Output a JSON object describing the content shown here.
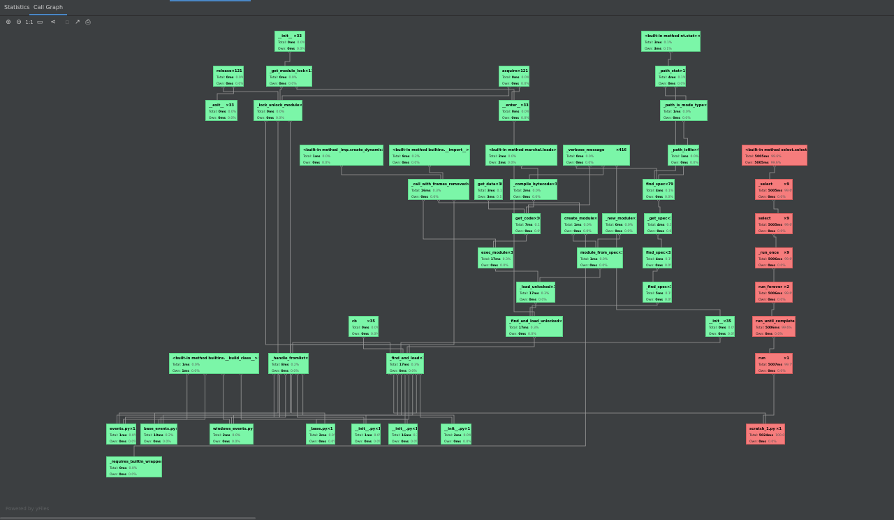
{
  "tabs": [
    {
      "label": "Statistics",
      "active": false
    },
    {
      "label": "Call Graph",
      "active": true
    }
  ],
  "toolbar": {
    "zoom_reset_label": "1:1",
    "icons": [
      "zoom-in-icon",
      "zoom-out-icon",
      "actual-size-icon",
      "fit-content-icon",
      "layout-icon",
      "export-disabled-icon",
      "export-icon",
      "print-icon"
    ]
  },
  "footer": {
    "powered_by": "Powered by yFiles"
  },
  "colors": {
    "background": "#3c3f41",
    "node_green": "#7bf6a8",
    "node_red": "#f67c7c",
    "edge": "#9a9a9a",
    "tab_accent": "#4a88c7"
  },
  "graph": {
    "nodes": [
      {
        "id": "init1",
        "name": "__init__",
        "calls": "×33",
        "total": "0ms",
        "total_pct": "0.0%",
        "own": "0ms",
        "own_pct": "0.0%",
        "color": "g"
      },
      {
        "id": "ntstat",
        "name": "<built-in method nt.stat>",
        "calls": "×152",
        "total": "3ms",
        "total_pct": "0.1%",
        "own": "3ms",
        "own_pct": "0.1%",
        "color": "g"
      },
      {
        "id": "release",
        "name": "release",
        "calls": "×121",
        "total": "0ms",
        "total_pct": "0.0%",
        "own": "0ms",
        "own_pct": "0.0%",
        "color": "g"
      },
      {
        "id": "getmodlock",
        "name": "_get_module_lock",
        "calls": "×121",
        "total": "0ms",
        "total_pct": "0.0%",
        "own": "0ms",
        "own_pct": "0.0%",
        "color": "g"
      },
      {
        "id": "acquire",
        "name": "acquire",
        "calls": "×121",
        "total": "0ms",
        "total_pct": "0.0%",
        "own": "0ms",
        "own_pct": "0.0%",
        "color": "g"
      },
      {
        "id": "pathstat",
        "name": "_path_stat",
        "calls": "×152",
        "total": "4ms",
        "total_pct": "0.1%",
        "own": "0ms",
        "own_pct": "0.0%",
        "color": "g"
      },
      {
        "id": "exit",
        "name": "__exit__",
        "calls": "×33",
        "total": "0ms",
        "total_pct": "0.0%",
        "own": "0ms",
        "own_pct": "0.0%",
        "color": "g"
      },
      {
        "id": "lockunlock",
        "name": "_lock_unlock_module",
        "calls": "×36",
        "total": "0ms",
        "total_pct": "0.0%",
        "own": "0ms",
        "own_pct": "0.0%",
        "color": "g"
      },
      {
        "id": "enter",
        "name": "__enter__",
        "calls": "×33",
        "total": "0ms",
        "total_pct": "0.0%",
        "own": "0ms",
        "own_pct": "0.0%",
        "color": "g"
      },
      {
        "id": "pathismode",
        "name": "_path_is_mode_type",
        "calls": "×43",
        "total": "1ms",
        "total_pct": "0.0%",
        "own": "0ms",
        "own_pct": "0.0%",
        "color": "g"
      },
      {
        "id": "impcreate",
        "name": "<built-in method _imp.create_dynamic>",
        "calls": "×2",
        "total": "1ms",
        "total_pct": "0.0%",
        "own": "0ms",
        "own_pct": "0.0%",
        "color": "g"
      },
      {
        "id": "builtinimport",
        "name": "<built-in method builtins.__import__>",
        "calls": "×16",
        "total": "9ms",
        "total_pct": "0.2%",
        "own": "0ms",
        "own_pct": "0.0%",
        "color": "g"
      },
      {
        "id": "marshal",
        "name": "<built-in method marshal.loads>",
        "calls": "×30",
        "total": "2ms",
        "total_pct": "0.0%",
        "own": "2ms",
        "own_pct": "0.0%",
        "color": "g"
      },
      {
        "id": "verbose",
        "name": "_verbose_message",
        "calls": "×416",
        "total": "0ms",
        "total_pct": "0.0%",
        "own": "0ms",
        "own_pct": "0.0%",
        "color": "g"
      },
      {
        "id": "pathisfile",
        "name": "_path_isfile",
        "calls": "×40",
        "total": "1ms",
        "total_pct": "0.0%",
        "own": "0ms",
        "own_pct": "0.0%",
        "color": "g"
      },
      {
        "id": "selectsel",
        "name": "<built-in method select.select>",
        "calls": "×9",
        "total": "5005ms",
        "total_pct": "99.6%",
        "own": "5005ms",
        "own_pct": "99.6%",
        "color": "r"
      },
      {
        "id": "callwith",
        "name": "_call_with_frames_removed",
        "calls": "×34",
        "total": "16ms",
        "total_pct": "0.3%",
        "own": "0ms",
        "own_pct": "0.0%",
        "color": "g"
      },
      {
        "id": "getdata",
        "name": "get_data",
        "calls": "×30",
        "total": "3ms",
        "total_pct": "0.1%",
        "own": "3ms",
        "own_pct": "0.1%",
        "color": "g"
      },
      {
        "id": "compilebc",
        "name": "_compile_bytecode",
        "calls": "×30",
        "total": "2ms",
        "total_pct": "0.0%",
        "own": "0ms",
        "own_pct": "0.0%",
        "color": "g"
      },
      {
        "id": "findspec1",
        "name": "find_spec",
        "calls": "×79",
        "total": "4ms",
        "total_pct": "0.1%",
        "own": "0ms",
        "own_pct": "0.0%",
        "color": "g"
      },
      {
        "id": "select_",
        "name": "_select",
        "calls": "×9",
        "total": "5005ms",
        "total_pct": "99.6%",
        "own": "0ms",
        "own_pct": "0.0%",
        "color": "r"
      },
      {
        "id": "getcode",
        "name": "get_code",
        "calls": "×30",
        "total": "7ms",
        "total_pct": "0.1%",
        "own": "0ms",
        "own_pct": "0.0%",
        "color": "g"
      },
      {
        "id": "createmod",
        "name": "create_module",
        "calls": "×2",
        "total": "1ms",
        "total_pct": "0.0%",
        "own": "0ms",
        "own_pct": "0.0%",
        "color": "g"
      },
      {
        "id": "newmod",
        "name": "_new_module",
        "calls": "×30",
        "total": "0ms",
        "total_pct": "0.0%",
        "own": "0ms",
        "own_pct": "0.0%",
        "color": "g"
      },
      {
        "id": "getspec",
        "name": "_get_spec",
        "calls": "×32",
        "total": "4ms",
        "total_pct": "0.1%",
        "own": "0ms",
        "own_pct": "0.0%",
        "color": "g"
      },
      {
        "id": "select",
        "name": "select",
        "calls": "×9",
        "total": "5005ms",
        "total_pct": "99.6%",
        "own": "0ms",
        "own_pct": "0.0%",
        "color": "r"
      },
      {
        "id": "execmod",
        "name": "exec_module",
        "calls": "×30",
        "total": "17ms",
        "total_pct": "0.3%",
        "own": "0ms",
        "own_pct": "0.0%",
        "color": "g"
      },
      {
        "id": "modfromspec",
        "name": "module_from_spec",
        "calls": "×30",
        "total": "1ms",
        "total_pct": "0.0%",
        "own": "0ms",
        "own_pct": "0.0%",
        "color": "g"
      },
      {
        "id": "findspec2",
        "name": "find_spec",
        "calls": "×32",
        "total": "4ms",
        "total_pct": "0.1%",
        "own": "0ms",
        "own_pct": "0.0%",
        "color": "g"
      },
      {
        "id": "runonce",
        "name": "_run_once",
        "calls": "×9",
        "total": "5006ms",
        "total_pct": "99.6%",
        "own": "0ms",
        "own_pct": "0.0%",
        "color": "r"
      },
      {
        "id": "loadunlocked",
        "name": "_load_unlocked",
        "calls": "×33",
        "total": "17ms",
        "total_pct": "0.3%",
        "own": "0ms",
        "own_pct": "0.0%",
        "color": "g"
      },
      {
        "id": "findspec3",
        "name": "_find_spec",
        "calls": "×35",
        "total": "5ms",
        "total_pct": "0.1%",
        "own": "0ms",
        "own_pct": "0.0%",
        "color": "g"
      },
      {
        "id": "runforever",
        "name": "run_forever",
        "calls": "×2",
        "total": "5006ms",
        "total_pct": "99.6%",
        "own": "0ms",
        "own_pct": "0.0%",
        "color": "r"
      },
      {
        "id": "cb",
        "name": "cb",
        "calls": "×35",
        "total": "0ms",
        "total_pct": "0.0%",
        "own": "0ms",
        "own_pct": "0.0%",
        "color": "g"
      },
      {
        "id": "findloadunl",
        "name": "_find_and_load_unlocked",
        "calls": "×35",
        "total": "17ms",
        "total_pct": "0.3%",
        "own": "0ms",
        "own_pct": "0.0%",
        "color": "g"
      },
      {
        "id": "init2",
        "name": "__init__",
        "calls": "×35",
        "total": "0ms",
        "total_pct": "0.0%",
        "own": "0ms",
        "own_pct": "0.0%",
        "color": "g"
      },
      {
        "id": "rununtil",
        "name": "run_until_complete",
        "calls": "×2",
        "total": "5006ms",
        "total_pct": "99.6%",
        "own": "0ms",
        "own_pct": "0.0%",
        "color": "r"
      },
      {
        "id": "buildclass",
        "name": "<built-in method builtins.__build_class__>",
        "calls": "×112",
        "total": "1ms",
        "total_pct": "0.0%",
        "own": "1ms",
        "own_pct": "0.0%",
        "color": "g"
      },
      {
        "id": "handlefrom",
        "name": "_handle_fromlist",
        "calls": "×87",
        "total": "8ms",
        "total_pct": "0.2%",
        "own": "0ms",
        "own_pct": "0.0%",
        "color": "g"
      },
      {
        "id": "findload",
        "name": "_find_and_load",
        "calls": "×35",
        "total": "17ms",
        "total_pct": "0.3%",
        "own": "0ms",
        "own_pct": "0.0%",
        "color": "g"
      },
      {
        "id": "run",
        "name": "run",
        "calls": "×1",
        "total": "5007ms",
        "total_pct": "99.7%",
        "own": "0ms",
        "own_pct": "0.0%",
        "color": "r"
      },
      {
        "id": "eventspy",
        "name": "events.py",
        "calls": "×1",
        "total": "1ms",
        "total_pct": "0.0%",
        "own": "0ms",
        "own_pct": "0.0%",
        "color": "g"
      },
      {
        "id": "baseevents",
        "name": "base_events.py",
        "calls": "×1",
        "total": "10ms",
        "total_pct": "0.2%",
        "own": "0ms",
        "own_pct": "0.0%",
        "color": "g"
      },
      {
        "id": "winevents",
        "name": "windows_events.py",
        "calls": "×1",
        "total": "2ms",
        "total_pct": "0.0%",
        "own": "0ms",
        "own_pct": "0.0%",
        "color": "g"
      },
      {
        "id": "basepy",
        "name": "_base.py",
        "calls": "×1",
        "total": "2ms",
        "total_pct": "0.0%",
        "own": "0ms",
        "own_pct": "0.0%",
        "color": "g"
      },
      {
        "id": "initpy1",
        "name": "__init__.py",
        "calls": "×1",
        "total": "1ms",
        "total_pct": "0.0%",
        "own": "0ms",
        "own_pct": "0.0%",
        "color": "g"
      },
      {
        "id": "initpy2",
        "name": "__init__.py",
        "calls": "×1",
        "total": "16ms",
        "total_pct": "0.3%",
        "own": "0ms",
        "own_pct": "0.0%",
        "color": "g"
      },
      {
        "id": "initpy3",
        "name": "__init__.py",
        "calls": "×1",
        "total": "2ms",
        "total_pct": "0.0%",
        "own": "0ms",
        "own_pct": "0.0%",
        "color": "g"
      },
      {
        "id": "scratch",
        "name": "scratch_1.py",
        "calls": "×1",
        "total": "5024ms",
        "total_pct": "100.0%",
        "own": "0ms",
        "own_pct": "0.0%",
        "color": "r"
      },
      {
        "id": "reqbuiltin",
        "name": "_requires_builtin_wrapper",
        "calls": "×2",
        "total": "0ms",
        "total_pct": "0.0%",
        "own": "0ms",
        "own_pct": "0.0%",
        "color": "g"
      }
    ],
    "labels": {
      "total": "Total:",
      "own": "Own:"
    }
  }
}
